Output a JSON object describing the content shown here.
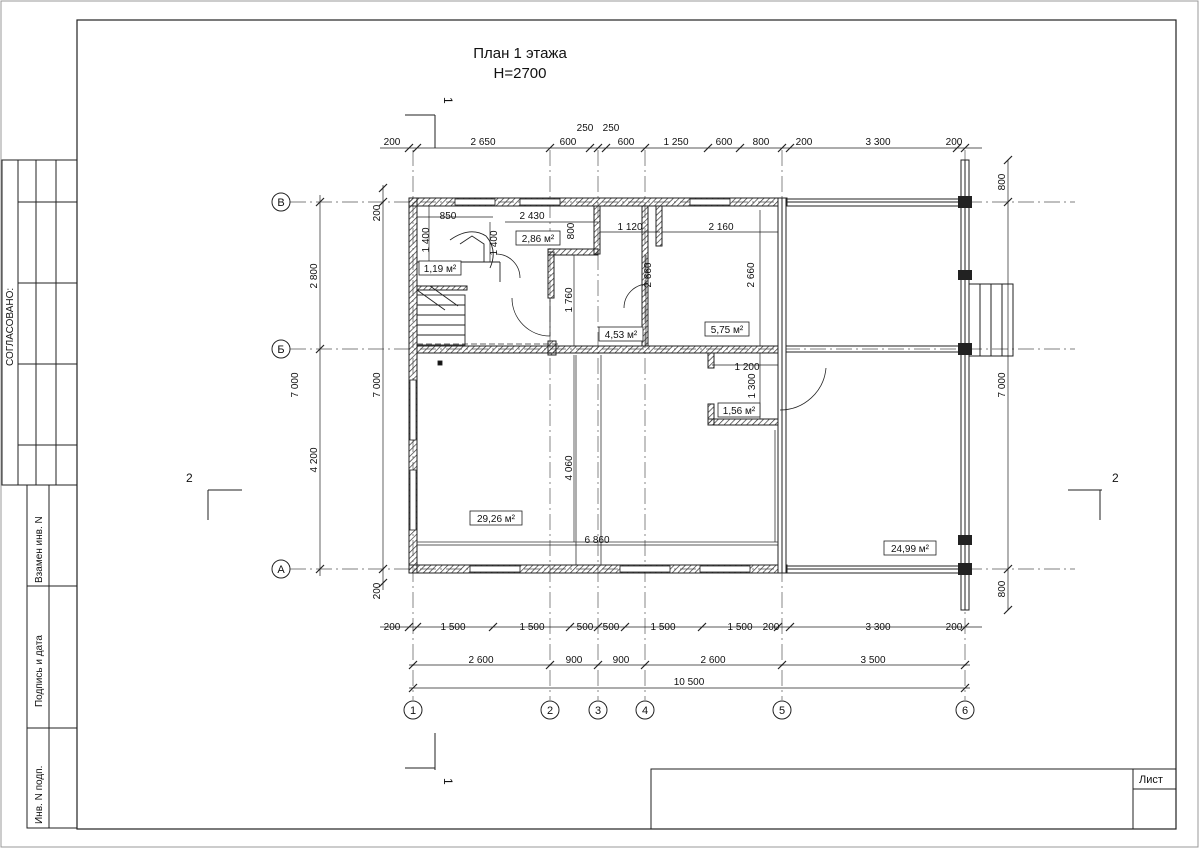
{
  "title": {
    "line1": "План 1 этажа",
    "line2": "H=2700"
  },
  "frame": {
    "stamp_left": "СОГЛАСОВАНО:",
    "side_labels": [
      "Взамен инв. N",
      "Подпись и дата",
      "Инв. N подп."
    ],
    "sheet_label": "Лист"
  },
  "axes": {
    "rows": [
      "В",
      "Б",
      "А"
    ],
    "cols": [
      "1",
      "2",
      "3",
      "4",
      "5",
      "6"
    ]
  },
  "sections": {
    "s1": "1",
    "s2": "2"
  },
  "dims": {
    "top": [
      "200",
      "2 650",
      "250",
      "250",
      "600",
      "600",
      "1 250",
      "600",
      "800",
      "200",
      "3 300",
      "200"
    ],
    "bottom1": [
      "200",
      "1 500",
      "1 500",
      "500",
      "500",
      "1 500",
      "1 500",
      "200",
      "3 300",
      "200"
    ],
    "bottom2": [
      "2 600",
      "900",
      "900",
      "2 600",
      "3 500"
    ],
    "bottom_total": "10 500",
    "left_outer": "7 000",
    "left_mid": [
      "2 800",
      "4 200"
    ],
    "left_inner": "7 000",
    "left_small": [
      "200",
      "200"
    ],
    "right_total": "7 000",
    "right_small": [
      "800",
      "800"
    ],
    "inner": {
      "d850": "850",
      "d2430": "2 430",
      "d1400a": "1 400",
      "d1400b": "1 400",
      "d800": "800",
      "d1120": "1 120",
      "d2160": "2 160",
      "d2660a": "2 660",
      "d2660b": "2 660",
      "d1760": "1 760",
      "d1200": "1 200",
      "d1300": "1 300",
      "d4060": "4 060",
      "d6860": "6 860"
    }
  },
  "areas": {
    "a1": "2,86 м²",
    "a2": "1,19 м²",
    "a3": "4,53 м²",
    "a4": "5,75 м²",
    "a5": "1,56 м²",
    "a6": "29,26 м²",
    "a7": "24,99 м²"
  }
}
